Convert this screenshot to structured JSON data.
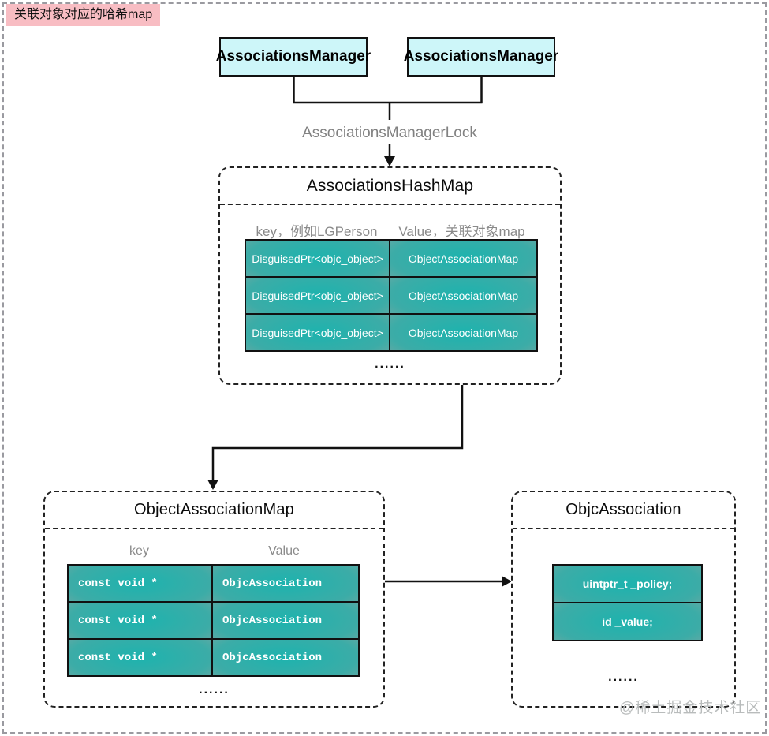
{
  "page": {
    "tag_label": "关联对象对应的哈希map",
    "watermark": "@稀土掘金技术社区",
    "colors": {
      "tag_pink": "#f8bdc3",
      "manager_cyan": "#cdf6f9",
      "cell_teal": "#1db3ae",
      "cell_gray_edge": "#98a19f",
      "muted_text": "#8a8a8a",
      "watermark_gray": "#b9bcbc"
    }
  },
  "managers": {
    "left_label": "AssociationsManager",
    "right_label": "AssociationsManager",
    "lock_label": "AssociationsManagerLock"
  },
  "hashmap": {
    "title": "AssociationsHashMap",
    "key_header": "key，例如LGPerson",
    "value_header": "Value，关联对象map",
    "rows": [
      {
        "key": "DisguisedPtr<objc_object>",
        "value": "ObjectAssociationMap"
      },
      {
        "key": "DisguisedPtr<objc_object>",
        "value": "ObjectAssociationMap"
      },
      {
        "key": "DisguisedPtr<objc_object>",
        "value": "ObjectAssociationMap"
      }
    ],
    "ellipsis": "......"
  },
  "object_association_map": {
    "title": "ObjectAssociationMap",
    "key_header": "key",
    "value_header": "Value",
    "rows": [
      {
        "key": "const void *",
        "value": "ObjcAssociation"
      },
      {
        "key": "const void *",
        "value": "ObjcAssociation"
      },
      {
        "key": "const void *",
        "value": "ObjcAssociation"
      }
    ],
    "ellipsis": "......"
  },
  "objc_association": {
    "title": "ObjcAssociation",
    "fields": [
      "uintptr_t _policy;",
      "id _value;"
    ],
    "ellipsis": "......"
  }
}
